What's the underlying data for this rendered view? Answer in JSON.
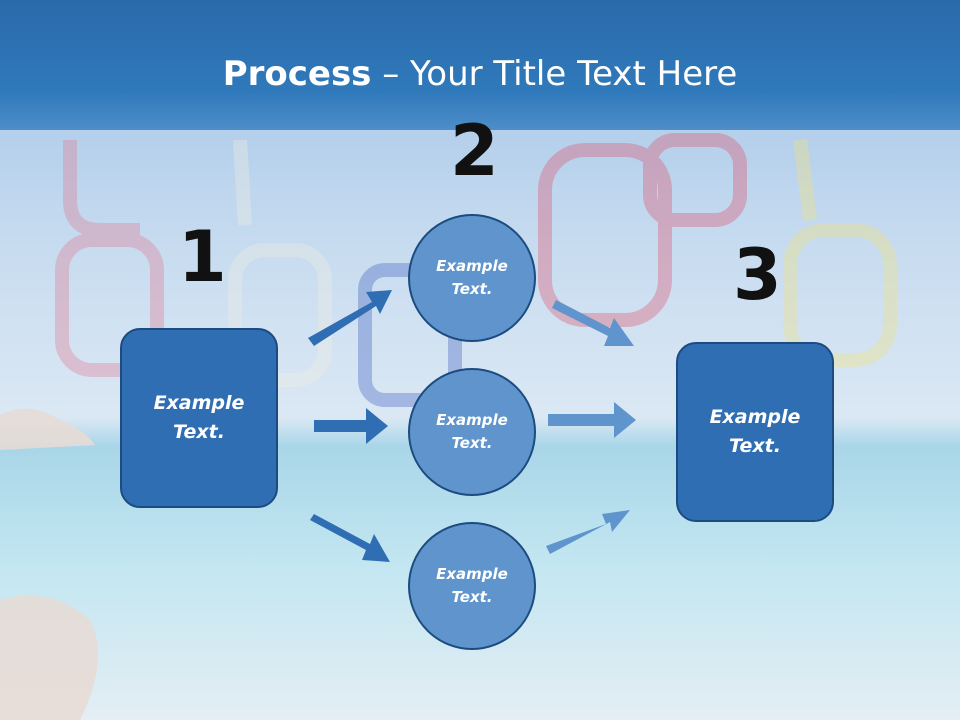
{
  "slide": {
    "title_bold": "Process",
    "title_rest": " – Your Title Text Here"
  },
  "diagram": {
    "steps": [
      {
        "number": "1",
        "label": "Example Text."
      },
      {
        "number": "2",
        "items": [
          "Example Text.",
          "Example Text.",
          "Example Text."
        ]
      },
      {
        "number": "3",
        "label": "Example Text."
      }
    ]
  },
  "colors": {
    "title_band": "#2f79bb",
    "box_fill": "#2f6eb2",
    "circle_fill": "#5f95cc",
    "outline": "#1c4b80",
    "arrow_dark": "#2f6eb2",
    "arrow_light": "#5f95cc"
  },
  "background": {
    "description_icon": "beach-sunglasses-photo"
  }
}
